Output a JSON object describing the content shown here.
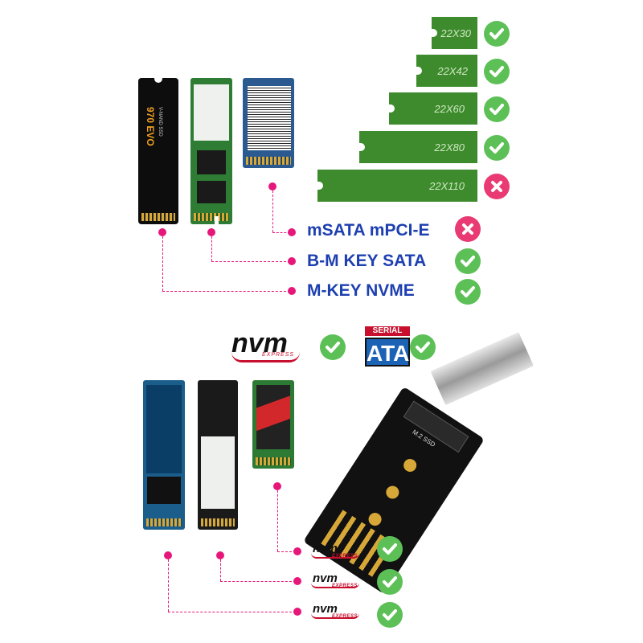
{
  "sizes": [
    {
      "label": "22X30",
      "ok": true
    },
    {
      "label": "22X42",
      "ok": true
    },
    {
      "label": "22X60",
      "ok": true
    },
    {
      "label": "22X80",
      "ok": true
    },
    {
      "label": "22X110",
      "ok": false
    }
  ],
  "compat": [
    {
      "label": "mSATA mPCI-E",
      "ok": false
    },
    {
      "label": "B-M KEY SATA",
      "ok": true
    },
    {
      "label": "M-KEY NVME",
      "ok": true
    }
  ],
  "logos": {
    "nvm_text": "nvm",
    "nvm_express": "EXPRESS",
    "sata_top": "SERIAL",
    "sata_main": "ATA"
  },
  "drive_text": {
    "evo_brand": "V-NAND SSD",
    "evo_model": "970 EVO",
    "adapter_label": "M.2 SSD"
  },
  "colors": {
    "check": "#5cc057",
    "cross": "#e93a74",
    "label": "#1d3fb0",
    "connector": "#e6177a",
    "bar_green": "#3d8b2c"
  }
}
